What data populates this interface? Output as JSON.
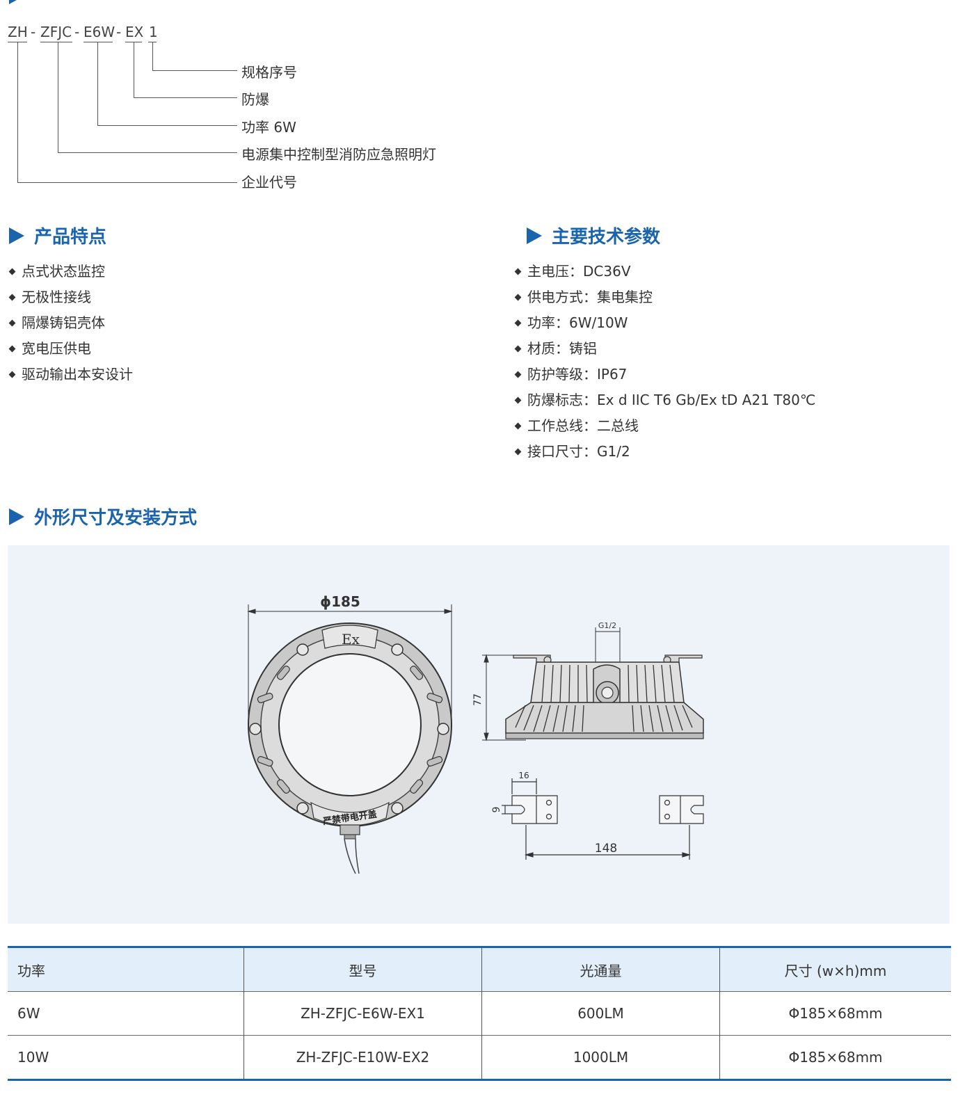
{
  "model_code": {
    "parts": [
      "ZH",
      "-",
      "ZFJC",
      "-",
      "E6W",
      "-",
      "EX",
      "1"
    ],
    "legend": [
      "规格序号",
      "防爆",
      "功率 6W",
      "电源集中控制型消防应急照明灯",
      "企业代号"
    ]
  },
  "features": {
    "title": "产品特点",
    "items": [
      "点式状态监控",
      "无极性接线",
      "隔爆铸铝壳体",
      "宽电压供电",
      "驱动输出本安设计"
    ]
  },
  "specs": {
    "title": "主要技术参数",
    "items": [
      "主电压：DC36V",
      "供电方式：集电集控",
      "功率：6W/10W",
      "材质：铸铝",
      "防护等级：IP67",
      "防爆标志：Ex d IIC T6 Gb/Ex tD A21 T80℃",
      "工作总线：二总线",
      "接口尺寸：G1/2"
    ]
  },
  "dimensions": {
    "title": "外形尺寸及安装方式",
    "diameter_label": "ϕ185",
    "thread_label": "G1/2",
    "height_label": "77",
    "bracket_width_label": "16",
    "bracket_height_label": "9",
    "mount_spacing_label": "148",
    "ex_mark": "Ex",
    "lamp_text": "严禁带电开盖"
  },
  "table": {
    "headers": [
      "功率",
      "型号",
      "光通量",
      "尺寸 (w×h)mm"
    ],
    "rows": [
      [
        "6W",
        "ZH-ZFJC-E6W-EX1",
        "600LM",
        "Φ185×68mm"
      ],
      [
        "10W",
        "ZH-ZFJC-E10W-EX2",
        "1000LM",
        "Φ185×68mm"
      ]
    ]
  },
  "colors": {
    "accent": "#1a64ad",
    "header_bg": "#e2eef9",
    "drawing_bg": "#edf3f9"
  }
}
